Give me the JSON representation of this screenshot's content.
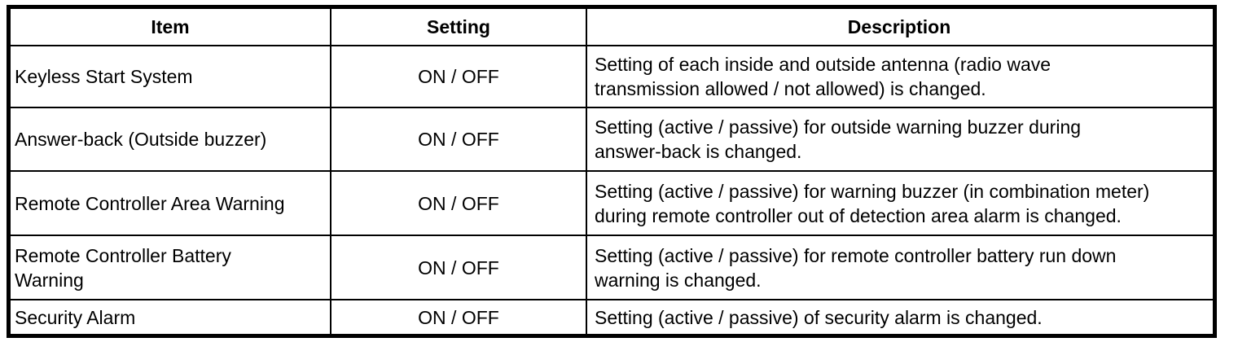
{
  "page": {
    "background_color": "#ffffff",
    "border_color": "#000000",
    "text_color": "#000000"
  },
  "table": {
    "headers": {
      "item": "Item",
      "setting": "Setting",
      "description": "Description"
    },
    "rows": [
      {
        "item": "Keyless Start System",
        "setting": "ON / OFF",
        "description": "Setting of each inside and outside antenna (radio wave\ntransmission allowed / not allowed) is changed."
      },
      {
        "item": "Answer-back (Outside buzzer)",
        "setting": "ON / OFF",
        "description": "Setting (active / passive) for outside warning buzzer during\nanswer-back is changed."
      },
      {
        "item": "Remote Controller Area Warning",
        "setting": "ON / OFF",
        "description": "Setting (active / passive) for warning buzzer (in combination meter)\nduring remote controller out of detection area alarm is changed."
      },
      {
        "item": "Remote Controller Battery\nWarning",
        "setting": "ON / OFF",
        "description": "Setting (active / passive) for remote controller battery run down\nwarning is changed."
      },
      {
        "item": "Security Alarm",
        "setting": "ON / OFF",
        "description": "Setting (active / passive) of security alarm is changed."
      }
    ]
  }
}
